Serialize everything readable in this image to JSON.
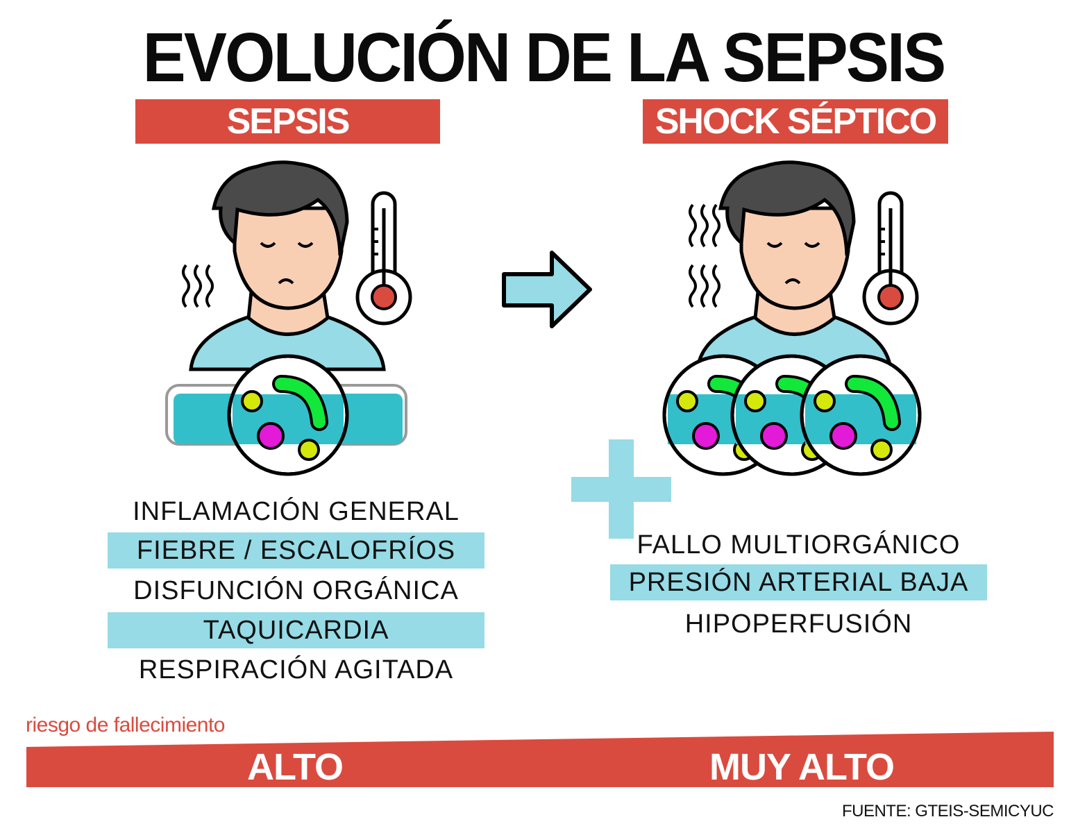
{
  "title": "EVOLUCIÓN DE LA SEPSIS",
  "stages": [
    {
      "label": "SEPSIS",
      "symptoms": [
        "INFLAMACIÓN GENERAL",
        "FIEBRE / ESCALOFRÍOS",
        "DISFUNCIÓN ORGÁNICA",
        "TAQUICARDIA",
        "RESPIRACIÓN AGITADA"
      ],
      "risk": "ALTO"
    },
    {
      "label": "SHOCK SÉPTICO",
      "symptoms": [
        "FALLO MULTIORGÁNICO",
        "PRESIÓN ARTERIAL BAJA",
        "HIPOPERFUSIÓN"
      ],
      "risk": "MUY ALTO"
    }
  ],
  "risk_label": "riesgo de fallecimiento",
  "source": "FUENTE: GTEIS-SEMICYUC",
  "icons": [
    "patient-icon",
    "thermometer-icon",
    "heat-waves-icon",
    "bacteria-magnifier-icon",
    "arrow-right-icon",
    "plus-icon"
  ],
  "colors": {
    "red": "#d94b3f",
    "light_blue": "#96dbe6",
    "teal": "#33bfca",
    "green": "#12e83a",
    "magenta": "#e31ad8",
    "yellow": "#d4e80c"
  }
}
